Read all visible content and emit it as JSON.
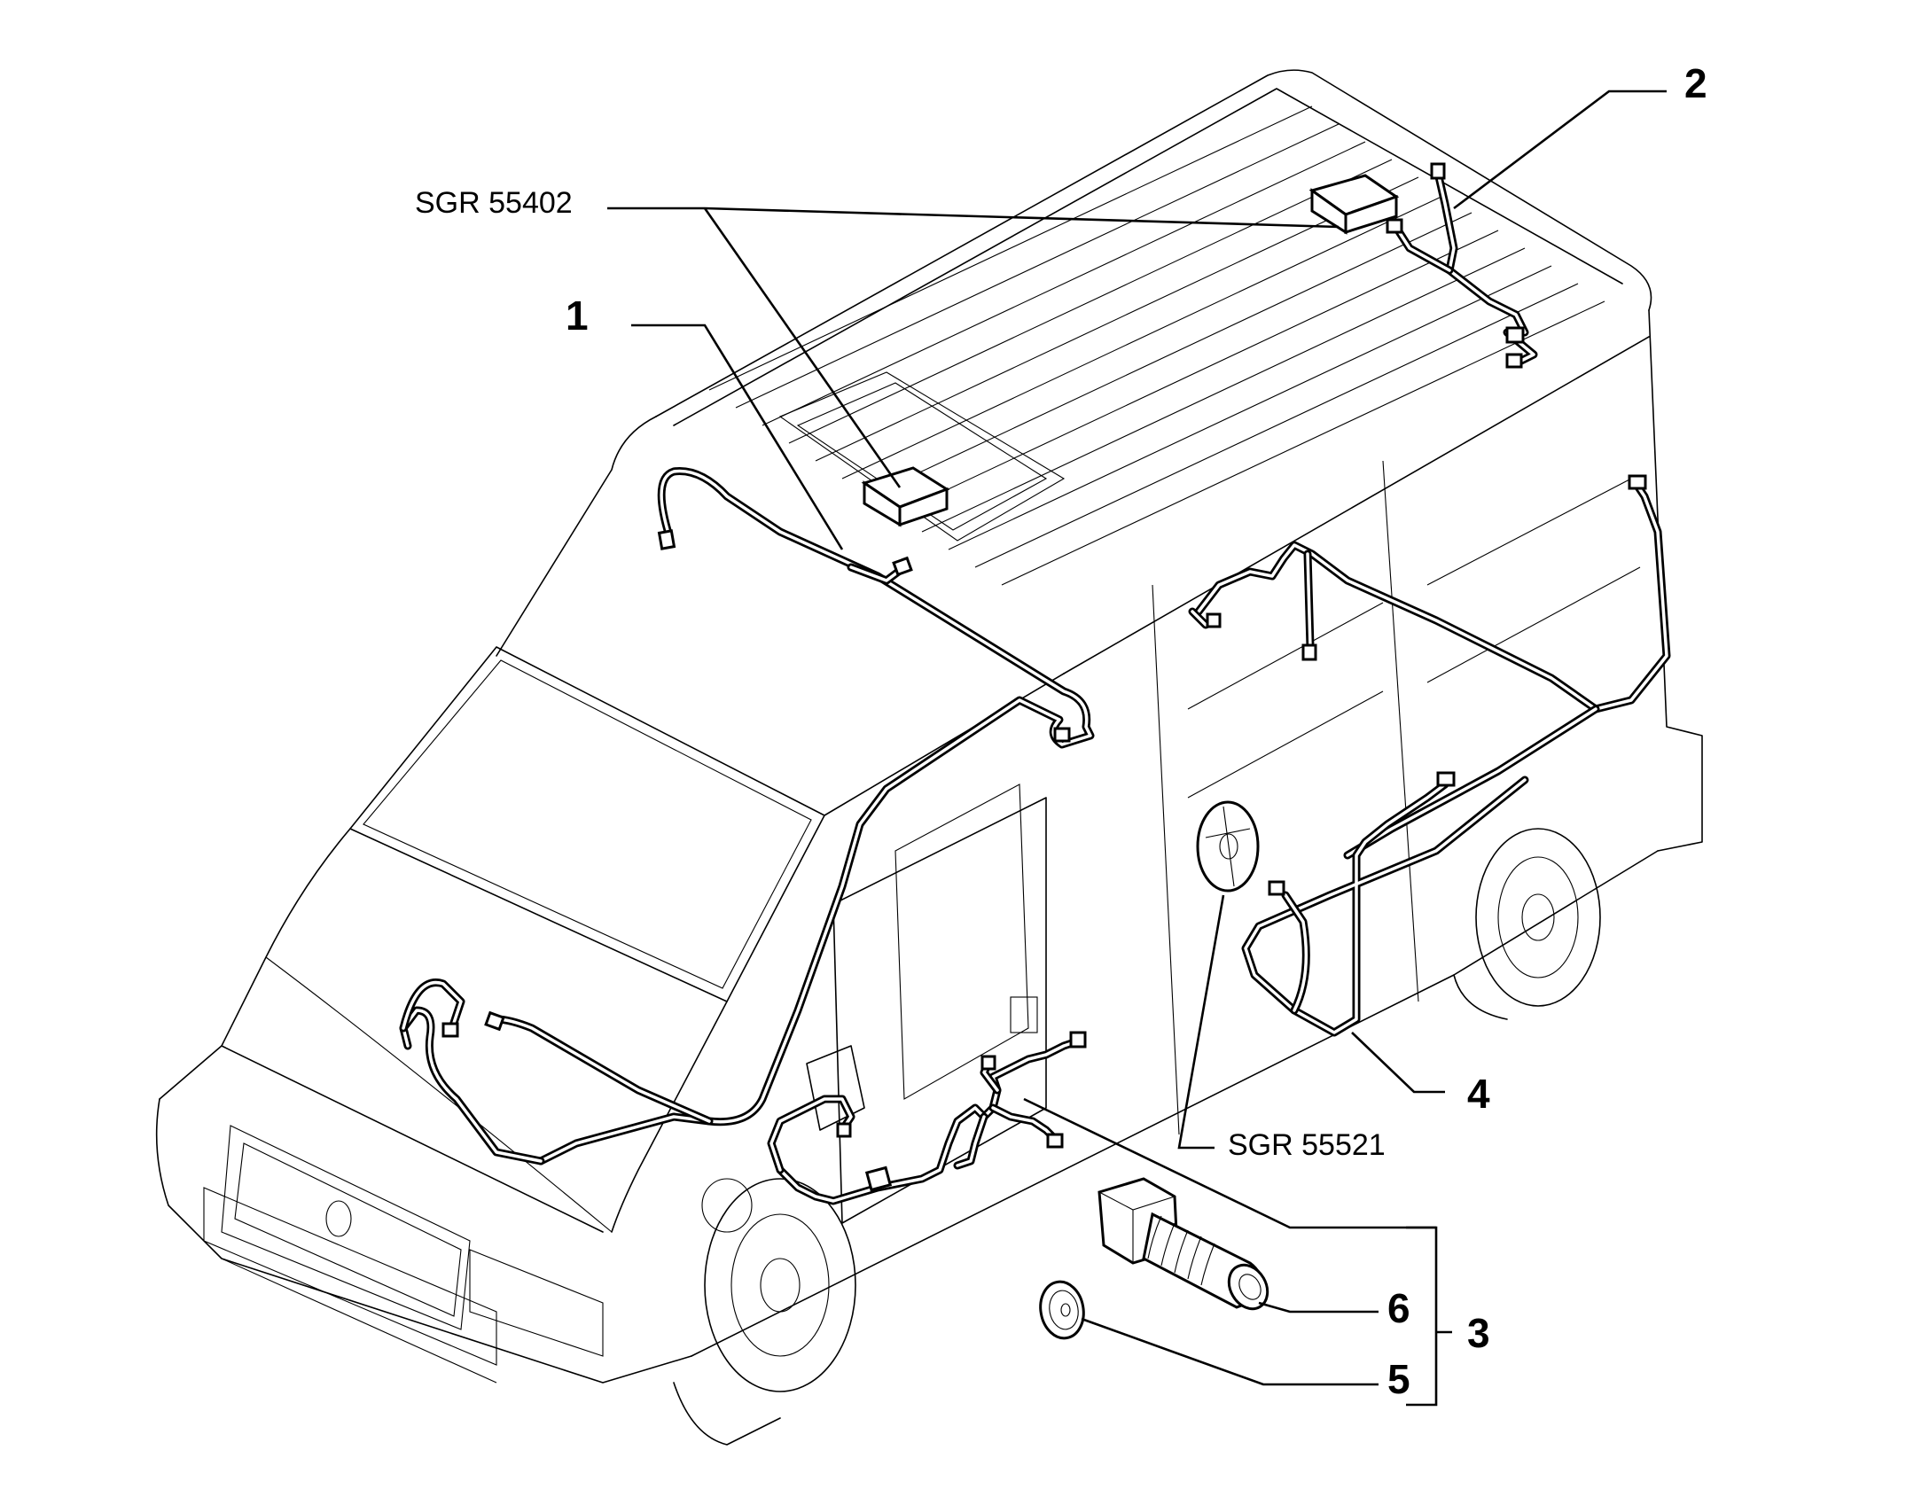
{
  "callouts": {
    "c1": "1",
    "c2": "2",
    "c3": "3",
    "c4": "4",
    "c5": "5",
    "c6": "6"
  },
  "references": {
    "roof": "SGR 55402",
    "side": "SGR 55521"
  }
}
